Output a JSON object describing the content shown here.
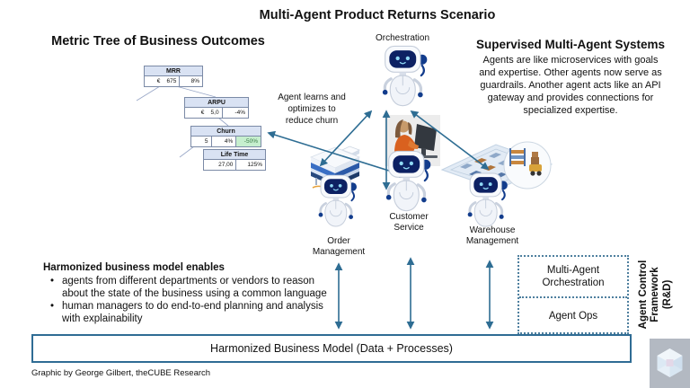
{
  "title": "Multi-Agent Product Returns Scenario",
  "metric_tree": {
    "heading": "Metric Tree of Business Outcomes",
    "boxes": {
      "mrr": {
        "label": "MRR",
        "v1": "€    675",
        "v2": "8%"
      },
      "arpu": {
        "label": "ARPU",
        "v1": "€    5,0",
        "v2": "-4%"
      },
      "churn": {
        "label": "Churn",
        "v1": "5",
        "v2": "4%",
        "v3": "-50%"
      },
      "life": {
        "label": "Life Time",
        "v1": "27,00",
        "v2": "125%"
      }
    },
    "annotation": "Agent learns and\noptimizes to\nreduce churn"
  },
  "center": {
    "orchestration_label": "Orchestration",
    "agents": [
      {
        "label": "Order\nManagement"
      },
      {
        "label": "Customer\nService"
      },
      {
        "label": "Warehouse\nManagement"
      }
    ]
  },
  "right_panel": {
    "heading": "Supervised Multi-Agent Systems",
    "body": "Agents are like microservices with goals and expertise. Other agents now serve as guardrails. Another agent acts like an API gateway and provides connections for specialized expertise."
  },
  "bottom_left": {
    "heading": "Harmonized business model enables",
    "bullets": [
      "agents from different departments or vendors to reason about the state of the business using a common language",
      "human managers to do end-to-end planning and analysis with explainability"
    ]
  },
  "framework": {
    "top_cell": "Multi-Agent\nOrchestration",
    "bottom_cell": "Agent Ops",
    "side_label": "Agent Control\nFramework\n(R&D)"
  },
  "foundation_bar": "Harmonized Business Model (Data + Processes)",
  "credit": "Graphic by George Gilbert, theCUBE Research",
  "colors": {
    "arrow": "#2e6d93",
    "connector": "#9aa8c8",
    "highlight_green": "#c6efce",
    "bar_border": "#2f6c94",
    "header_fill": "#d9e2f3"
  }
}
